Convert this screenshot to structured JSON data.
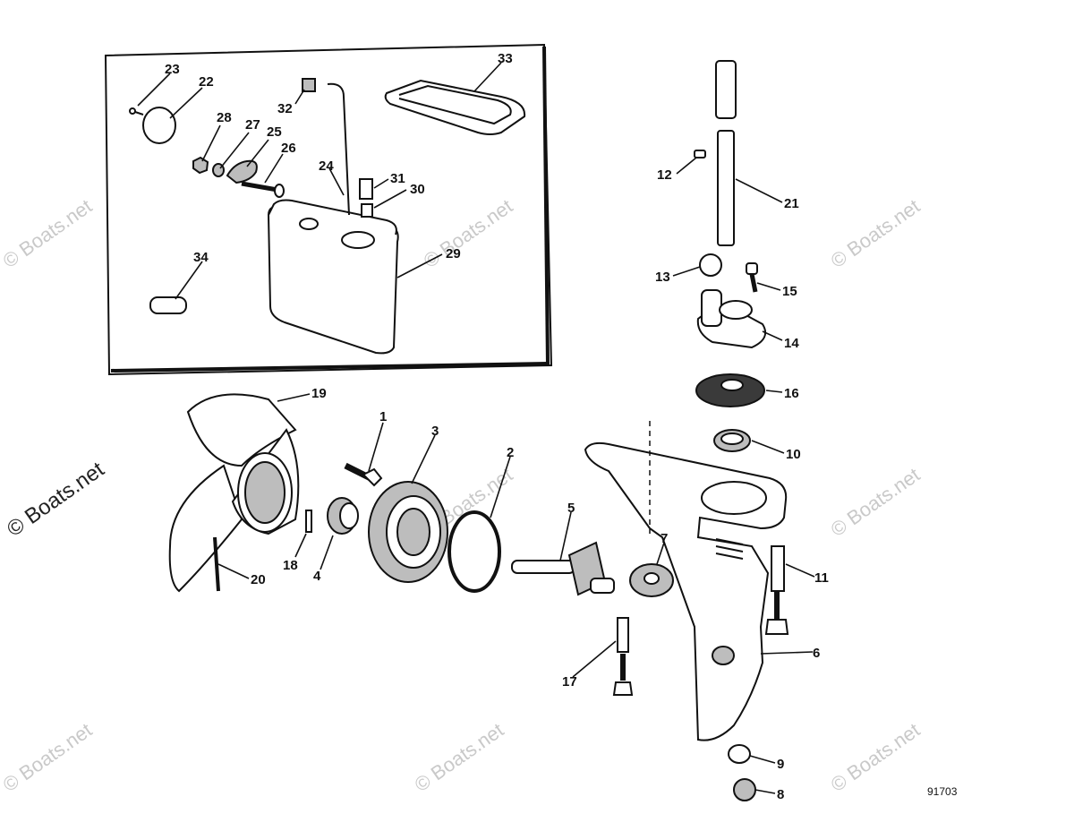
{
  "figure_number": "91703",
  "watermark": "© Boats.net",
  "callouts": {
    "c1": "1",
    "c2": "2",
    "c3": "3",
    "c4": "4",
    "c5": "5",
    "c6": "6",
    "c7": "7",
    "c8": "8",
    "c9": "9",
    "c10": "10",
    "c11": "11",
    "c12": "12",
    "c13": "13",
    "c14": "14",
    "c15": "15",
    "c16": "16",
    "c17": "17",
    "c18": "18",
    "c19": "19",
    "c20": "20",
    "c21": "21",
    "c22": "22",
    "c23": "23",
    "c24": "24",
    "c25": "25",
    "c26": "26",
    "c27": "27",
    "c28": "28",
    "c29": "29",
    "c30": "30",
    "c31": "31",
    "c32": "32",
    "c33": "33",
    "c34": "34"
  },
  "colors": {
    "ink": "#111111",
    "watermark": "#c9c9c9",
    "part_shade": "#bdbdbd"
  }
}
